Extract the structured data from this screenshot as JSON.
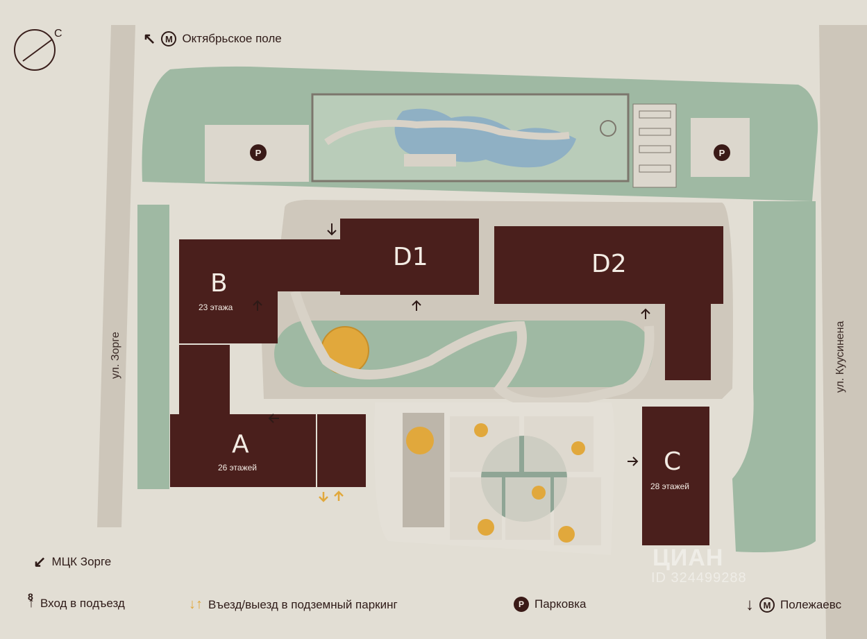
{
  "compass": {
    "label": "С"
  },
  "metro_top": {
    "label": "Октябрьское поле",
    "metro_symbol": "М"
  },
  "streets": {
    "left": "ул. Зорге",
    "right": "ул. Куусинена"
  },
  "buildings": {
    "b": {
      "name": "B",
      "floors": "23 этажа"
    },
    "d1": {
      "name": "D1"
    },
    "d2": {
      "name": "D2"
    },
    "a": {
      "name": "A",
      "floors": "26 этажей"
    },
    "c": {
      "name": "C",
      "floors": "28 этажей"
    }
  },
  "parking_symbol": "P",
  "legend": {
    "mcc": "МЦК Зорге",
    "entrance": "Вход в подъезд",
    "entrance_mark": "8",
    "garage": "Въезд/выезд в подземный паркинг",
    "parking": "Парковка",
    "metro_bottom": "Полежаевс"
  },
  "watermark": {
    "brand": "ЦИАН",
    "id": "ID 324499288"
  },
  "colors": {
    "background": "#e2ded4",
    "green": "#9fb9a3",
    "building": "#4a1f1c",
    "path": "#cfc8bc",
    "water": "#8fb0c4",
    "accent": "#e1a83c"
  },
  "icons": [
    "compass-icon",
    "arrow-up-left-icon",
    "metro-icon",
    "arrow-down-left-icon",
    "entrance-arrow-icon",
    "garage-arrows-icon",
    "parking-icon",
    "arrow-down-icon"
  ]
}
